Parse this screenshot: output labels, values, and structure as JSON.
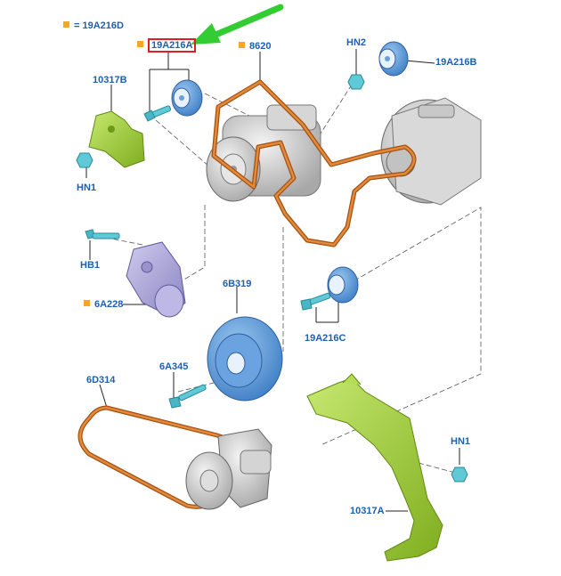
{
  "legend": {
    "symbol": "■",
    "equals": "=",
    "code": "19A216D",
    "marker_color": "#f5a623"
  },
  "callouts": {
    "c19A216A": "19A216A",
    "c8620": "8620",
    "cHN2": "HN2",
    "c19A216B": "19A216B",
    "c10317B": "10317B",
    "cHN1_top": "HN1",
    "cHB1": "HB1",
    "c6A228": "6A228",
    "c6B319": "6B319",
    "c19A216C": "19A216C",
    "c6A345": "6A345",
    "c6D314": "6D314",
    "cHN1_bottom": "HN1",
    "c10317A": "10317A"
  },
  "colors": {
    "label": "#1f5fb0",
    "belt": "#d2691e",
    "pulley_blue": "#5b9bd5",
    "bracket_green": "#9acd32",
    "metal_grey": "#c8c8c8",
    "arrow_green": "#33cc33",
    "highlight_red": "#e02020",
    "tensioner_purple": "#a9a4d6"
  }
}
